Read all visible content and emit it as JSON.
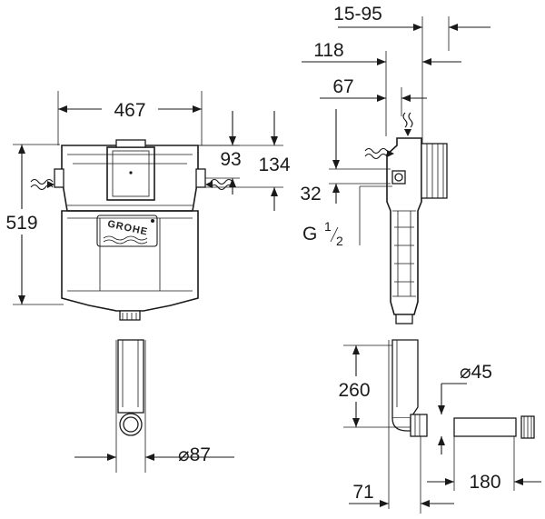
{
  "dimensions": {
    "width_467": "467",
    "height_519": "519",
    "d_93": "93",
    "d_134": "134",
    "range_15_95": "15-95",
    "d_118": "118",
    "d_67": "67",
    "d_32": "32",
    "thread_prefix": "G",
    "thread_num": "1",
    "thread_den": "2",
    "d_260": "260",
    "diameter_45": "⌀45",
    "diameter_87": "⌀87",
    "d_71": "71",
    "d_180": "180"
  },
  "brand": {
    "logo_text": "GROHE"
  },
  "icons": {
    "water_inlet": "wavy-arrow-icon",
    "diameter": "diameter-symbol"
  }
}
